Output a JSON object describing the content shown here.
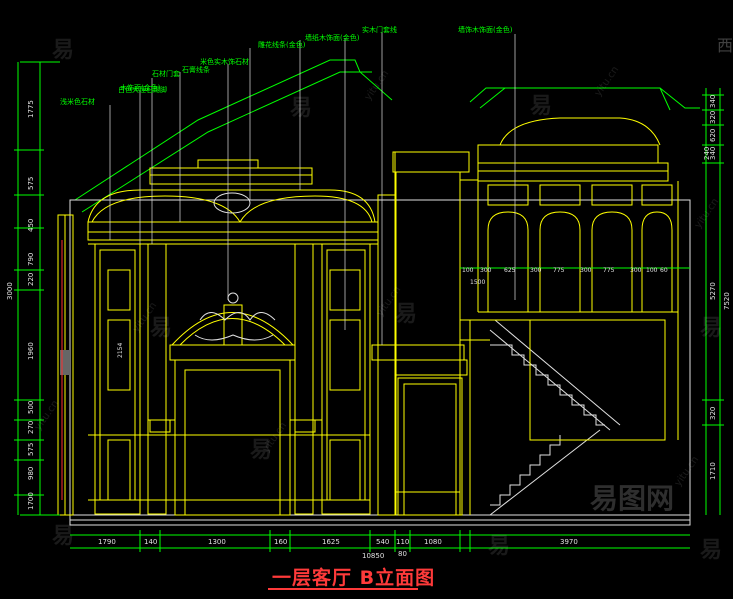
{
  "drawing": {
    "title": "一层客厅 B立面图",
    "colors": {
      "bg": "#000000",
      "line": "#ffff00",
      "white": "#e8e8e8",
      "green": "#00ff00",
      "label": "#00ff00",
      "title": "#ff3a3a"
    },
    "labels": [
      "浅米色石材",
      "石材门套",
      "石膏线条",
      "雕花线条(金色)",
      "实木门套线",
      "墙纸木饰面(金色)",
      "墙饰木饰面(金色)",
      "木饰面(金色)",
      "米色实木饰石材",
      "白色大理石踢脚"
    ],
    "left_dims": [
      "1775",
      "575",
      "450",
      "790",
      "220",
      "1960",
      "500",
      "270",
      "575",
      "980",
      "1700",
      "3000"
    ],
    "right_dims": [
      "340",
      "320",
      "620",
      "340",
      "240",
      "5270",
      "320",
      "1710",
      "7520"
    ],
    "bottom_dims": [
      "1790",
      "140",
      "1300",
      "160",
      "1625",
      "540",
      "110",
      "1080",
      "80",
      "3970"
    ],
    "bottom_total": "10850",
    "interior_dims": [
      "100",
      "300",
      "625",
      "300",
      "775",
      "300",
      "775",
      "300",
      "100",
      "60"
    ],
    "vert_interior": [
      "2154",
      "1500"
    ],
    "watermark": {
      "cn": "易",
      "latin": "yitu.cn",
      "brand": "易图网",
      "corner": "西"
    }
  }
}
